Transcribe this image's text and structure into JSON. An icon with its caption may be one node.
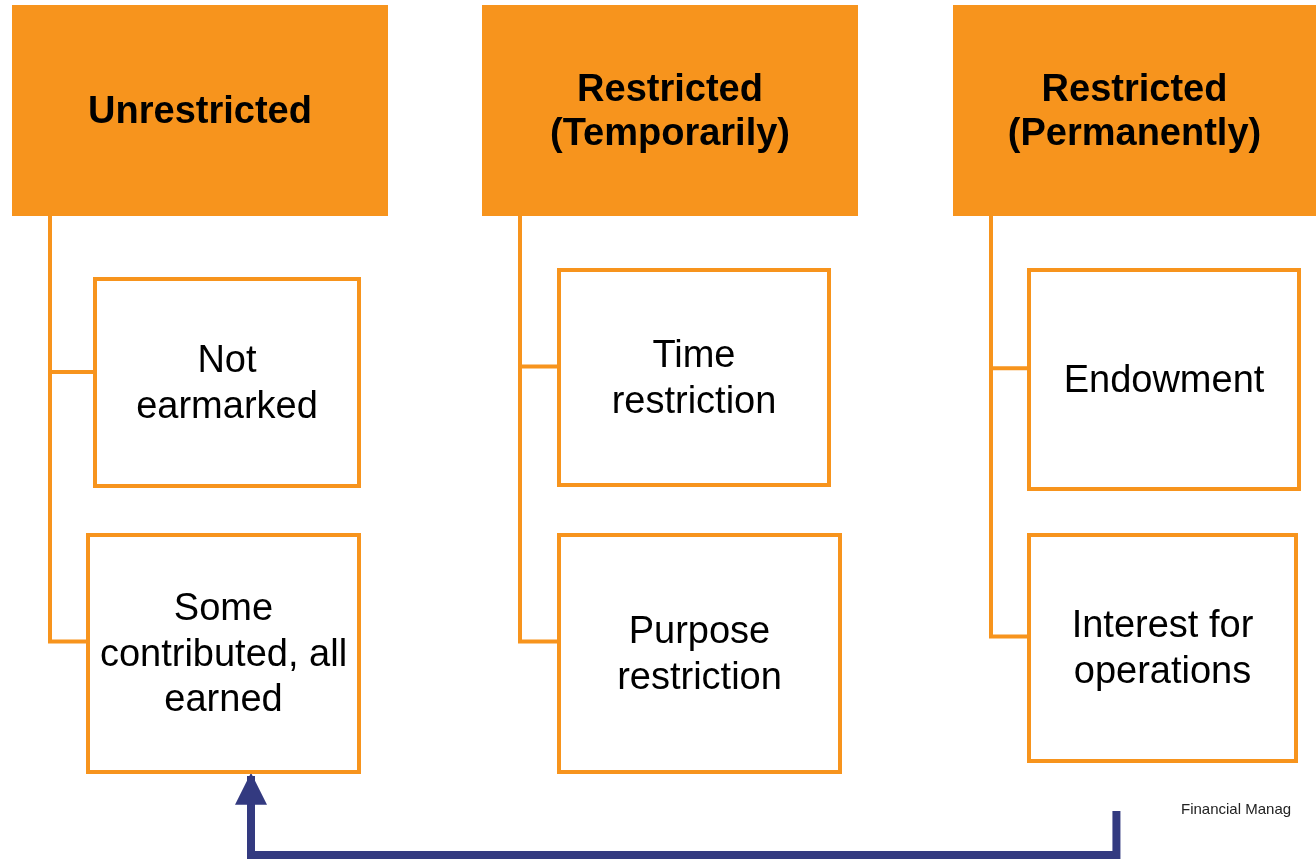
{
  "diagram": {
    "nodes": [
      {
        "text": [
          "Unrestricted"
        ]
      },
      {
        "text": [
          "Not earmarked"
        ]
      },
      {
        "text": [
          "Some contributed, all earned"
        ]
      },
      {
        "text": [
          "Restricted (Temporarily)"
        ]
      },
      {
        "text": [
          "Time restriction"
        ]
      },
      {
        "text": [
          "Purpose restriction"
        ]
      },
      {
        "text": [
          "Restricted (Permanently)"
        ]
      },
      {
        "text": [
          "Endowment"
        ]
      },
      {
        "text": [
          "Interest for operations"
        ]
      }
    ],
    "edges": [
      {
        "from": 0,
        "to": 1,
        "arrow": "none"
      },
      {
        "from": 0,
        "to": 2,
        "arrow": "none"
      },
      {
        "from": 3,
        "to": 4,
        "arrow": "none"
      },
      {
        "from": 3,
        "to": 5,
        "arrow": "none"
      },
      {
        "from": 6,
        "to": 7,
        "arrow": "none"
      },
      {
        "from": 6,
        "to": 8,
        "arrow": "none"
      },
      {
        "from": 8,
        "to": 2,
        "arrow": "to",
        "color": "#333a80",
        "style": "thick"
      }
    ],
    "labels": [
      "Financial Manag"
    ]
  }
}
